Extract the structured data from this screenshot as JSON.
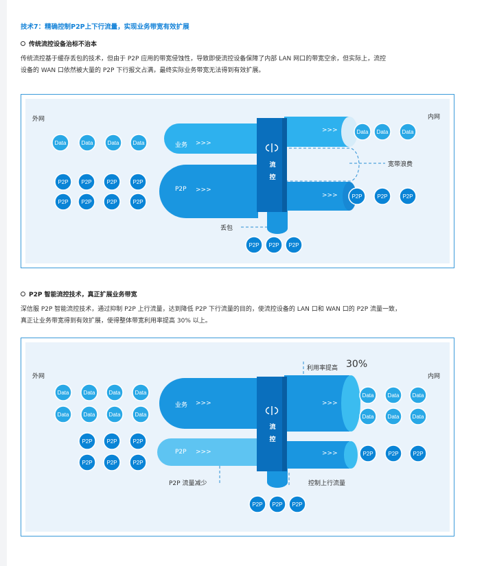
{
  "heading": "技术7：精确控制P2P上下行流量，实现业务带宽有效扩展",
  "section1": {
    "title": "传统流控设备治标不治本",
    "paragraph_lines": [
      "传统流控基于缓存丢包的技术，但由于 P2P 应用的带宽侵蚀性，导致即使流控设备保障了内部 LAN 网口的带宽空余，但实际上，流控",
      "设备的 WAN 口依然被大量的 P2P 下行报文占满，最终实际业务带宽无法得到有效扩展。"
    ],
    "diagram": {
      "wan_label": "外网",
      "lan_label": "内网",
      "business_label": "业务",
      "p2p_label": "P2P",
      "arrows": ">>>",
      "controller_label": "流控",
      "waste_label": "宽带浪费",
      "drop_label": "丢包",
      "data_text": "Data",
      "p2p_text": "P2P"
    }
  },
  "section2": {
    "title": "P2P 智能流控技术，真正扩展业务带宽",
    "paragraph_lines": [
      "深信服 P2P 智能流控技术，通过抑制 P2P 上行流量，达到降低 P2P 下行流量的目的，使流控设备的 LAN 口和 WAN 口的 P2P 流量一致，",
      "真正让业务带宽得到有效扩展，使得整体带宽利用率提高 30% 以上。"
    ],
    "diagram": {
      "wan_label": "外网",
      "lan_label": "内网",
      "business_label": "业务",
      "p2p_label": "P2P",
      "arrows": ">>>",
      "controller_label": "流控",
      "utilization_label": "利用率提高",
      "utilization_value": "30%",
      "p2p_reduce_label": "P2P 流量减少",
      "upload_label": "控制上行流量",
      "data_text": "Data",
      "p2p_text": "P2P"
    }
  },
  "colors": {
    "heading": "#1583d8",
    "frame_border": "#3a9ad9",
    "diagram_bg": "#eaf3fb",
    "data_circle": "#29a8e6",
    "p2p_circle": "#0a84d6",
    "pipe_light": "#2eb1ee",
    "pipe_mid": "#1a96e0",
    "controller": "#0a6fbd"
  }
}
